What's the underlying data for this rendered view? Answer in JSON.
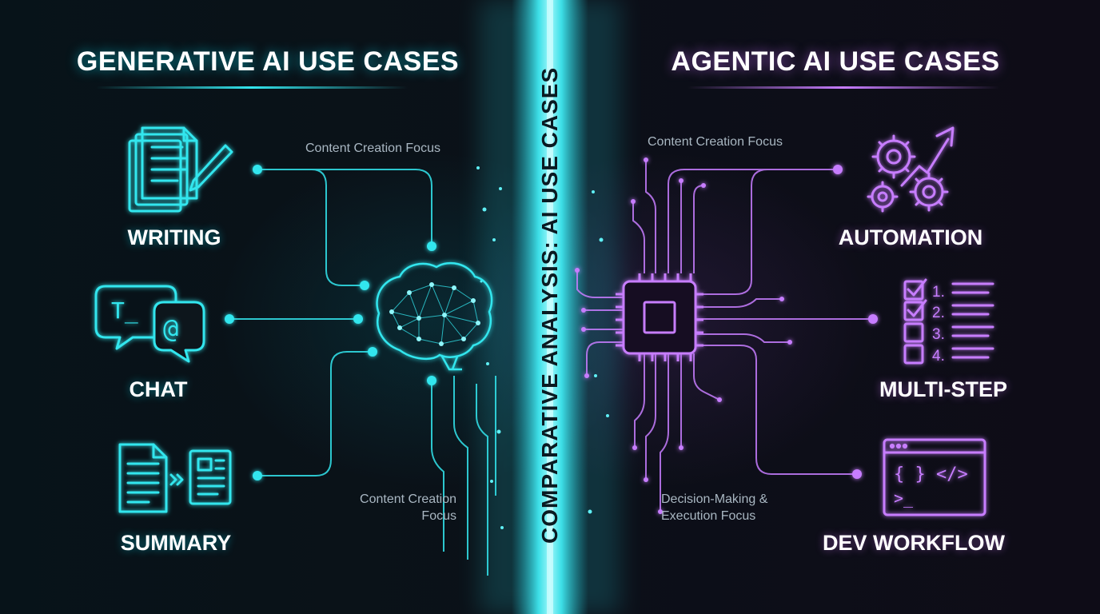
{
  "colors": {
    "cyan": "#33e6ee",
    "violet": "#c77dff",
    "background": "#0a1018"
  },
  "center_title": "COMPARATIVE ANALYSIS: AI USE CASES",
  "generative": {
    "heading": "GENERATIVE AI USE CASES",
    "hub_icon": "brain-network-icon",
    "items": [
      {
        "label": "WRITING",
        "icon": "documents-pen-icon"
      },
      {
        "label": "CHAT",
        "icon": "chat-bubbles-icon"
      },
      {
        "label": "SUMMARY",
        "icon": "document-summary-icon"
      }
    ],
    "annotations": [
      "Content Creation Focus",
      "Content Creation",
      "Focus"
    ]
  },
  "agentic": {
    "heading": "AGENTIC AI USE CASES",
    "hub_icon": "microchip-icon",
    "items": [
      {
        "label": "AUTOMATION",
        "icon": "gears-arrow-icon"
      },
      {
        "label": "MULTI-STEP",
        "icon": "checklist-icon",
        "steps": [
          "1.",
          "2.",
          "3.",
          "4."
        ]
      },
      {
        "label": "DEV WORKFLOW",
        "icon": "code-window-icon",
        "code": [
          "{ } </>",
          ">_"
        ]
      }
    ],
    "annotations": [
      "Content Creation Focus",
      "Decision-Making &",
      "Execution Focus"
    ]
  }
}
